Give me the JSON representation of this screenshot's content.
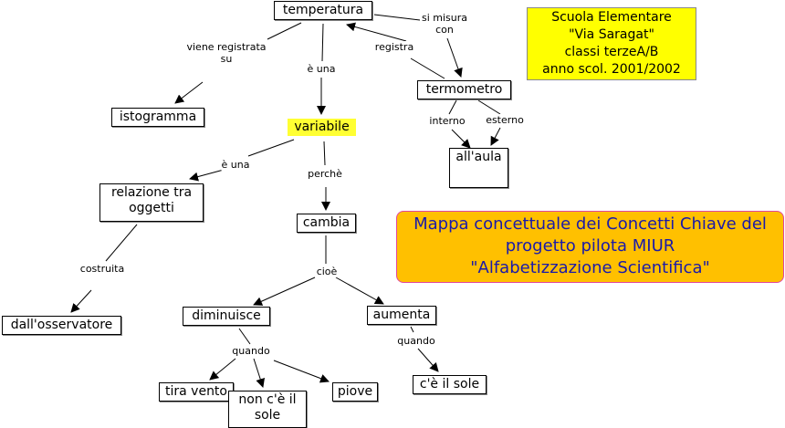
{
  "colors": {
    "highlight": "#ffff00",
    "title_box": "#ffc000",
    "title_border": "#e0479e",
    "title_text": "#1a1aaa"
  },
  "nodes": {
    "temperatura": "temperatura",
    "istogramma": "istogramma",
    "variabile": "variabile",
    "termometro": "termometro",
    "aula": "all'aula",
    "relazione": "relazione tra\noggetti",
    "cambia": "cambia",
    "osservatore": "dall'osservatore",
    "diminuisce": "diminuisce",
    "aumenta": "aumenta",
    "tira_vento": "tira vento",
    "non_sole": "non c'è il\nsole",
    "piove": "piove",
    "sole": "c'è il sole"
  },
  "links": {
    "viene_registrata": "viene registrata\nsu",
    "e_una_1": "è una",
    "si_misura": "si misura\ncon",
    "registra": "registra",
    "interno": "interno",
    "esterno": "esterno",
    "e_una_2": "è una",
    "perche": "perchè",
    "costruita": "costruita",
    "cioe": "cioè",
    "quando_1": "quando",
    "quando_2": "quando"
  },
  "school_box": "Scuola Elementare\n\"Via Saragat\"\nclassi terzeA/B\nanno scol. 2001/2002",
  "title_box": "Mappa concettuale dei Concetti Chiave del\nprogetto pilota MIUR\n\"Alfabetizzazione Scientifica\""
}
